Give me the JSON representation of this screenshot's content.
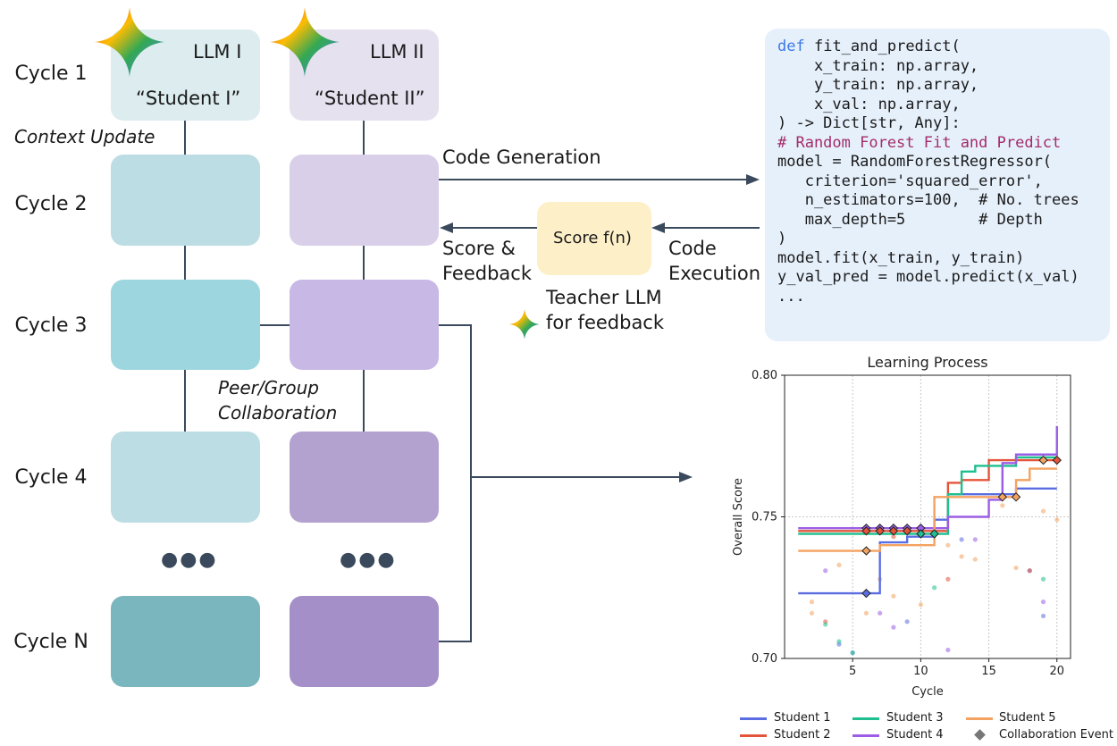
{
  "cycles": [
    "Cycle 1",
    "Cycle 2",
    "Cycle 3",
    "Cycle 4",
    "Cycle N"
  ],
  "student1": {
    "llm": "LLM I",
    "name": "“Student I”"
  },
  "student2": {
    "llm": "LLM II",
    "name": "“Student II”"
  },
  "labels": {
    "context_update": "Context Update",
    "peer_line1": "Peer/Group",
    "peer_line2": "Collaboration",
    "code_generation": "Code Generation",
    "score_feedback_1": "Score &",
    "score_feedback_2": "Feedback",
    "code_execution_1": "Code",
    "code_execution_2": "Execution",
    "score_fn": "Score f(n)",
    "teacher_1": "Teacher LLM",
    "teacher_2": "for feedback",
    "ellipsis": "●●●"
  },
  "code_lines": [
    "def fit_and_predict(",
    "    x_train: np.array,",
    "    y_train: np.array,",
    "    x_val: np.array,",
    ") -> Dict[str, Any]:",
    "",
    "# Random Forest Fit and Predict",
    "model = RandomForestRegressor(",
    "   criterion='squared_error',",
    "   n_estimators=100,  # No. trees",
    "   max_depth=5        # Depth",
    ")",
    "model.fit(x_train, y_train)",
    "y_val_pred = model.predict(x_val)",
    "..."
  ],
  "colors": {
    "student1_light": "#bcdde3",
    "student1_mid": "#9ed6df",
    "student1_dark": "#7ab6be",
    "student2_light": "#d9cfe9",
    "student2_mid": "#c8b8e6",
    "student2_dark": "#a48fc9",
    "score_box": "#fdf0c8",
    "code_bg": "#e6f0fb",
    "arrow": "#3a4a5c"
  },
  "chart_data": {
    "type": "line",
    "title": "Learning Process",
    "xlabel": "Cycle",
    "ylabel": "Overall Score",
    "xlim": [
      0,
      21
    ],
    "ylim": [
      0.7,
      0.8
    ],
    "xticks": [
      5,
      10,
      15,
      20
    ],
    "yticks": [
      0.7,
      0.75,
      0.8
    ],
    "grid": true,
    "legend_position": "bottom",
    "series": [
      {
        "name": "Student 1",
        "color": "#5b6ee1",
        "x": [
          1,
          2,
          3,
          4,
          5,
          6,
          7,
          8,
          9,
          10,
          11,
          12,
          13,
          14,
          15,
          16,
          17,
          18,
          19,
          20
        ],
        "y": [
          0.723,
          0.723,
          0.723,
          0.723,
          0.723,
          0.723,
          0.741,
          0.741,
          0.743,
          0.743,
          0.749,
          0.758,
          0.758,
          0.758,
          0.758,
          0.758,
          0.76,
          0.76,
          0.76,
          0.76
        ]
      },
      {
        "name": "Student 2",
        "color": "#e4543a",
        "x": [
          1,
          2,
          3,
          4,
          5,
          6,
          7,
          8,
          9,
          10,
          11,
          12,
          13,
          14,
          15,
          16,
          17,
          18,
          19,
          20
        ],
        "y": [
          0.745,
          0.745,
          0.745,
          0.745,
          0.745,
          0.745,
          0.745,
          0.745,
          0.745,
          0.745,
          0.745,
          0.762,
          0.763,
          0.763,
          0.77,
          0.77,
          0.77,
          0.77,
          0.77,
          0.77
        ]
      },
      {
        "name": "Student 3",
        "color": "#1fbf8f",
        "x": [
          1,
          2,
          3,
          4,
          5,
          6,
          7,
          8,
          9,
          10,
          11,
          12,
          13,
          14,
          15,
          16,
          17,
          18,
          19,
          20
        ],
        "y": [
          0.744,
          0.744,
          0.744,
          0.744,
          0.744,
          0.744,
          0.744,
          0.744,
          0.744,
          0.744,
          0.744,
          0.758,
          0.766,
          0.768,
          0.768,
          0.768,
          0.771,
          0.771,
          0.771,
          0.771
        ]
      },
      {
        "name": "Student 4",
        "color": "#9b5de5",
        "x": [
          1,
          2,
          3,
          4,
          5,
          6,
          7,
          8,
          9,
          10,
          11,
          12,
          13,
          14,
          15,
          16,
          17,
          18,
          19,
          20
        ],
        "y": [
          0.746,
          0.746,
          0.746,
          0.746,
          0.746,
          0.746,
          0.746,
          0.746,
          0.746,
          0.746,
          0.746,
          0.75,
          0.75,
          0.75,
          0.756,
          0.769,
          0.772,
          0.772,
          0.772,
          0.782
        ]
      },
      {
        "name": "Student 5",
        "color": "#f4a261",
        "x": [
          1,
          2,
          3,
          4,
          5,
          6,
          7,
          8,
          9,
          10,
          11,
          12,
          13,
          14,
          15,
          16,
          17,
          18,
          19,
          20
        ],
        "y": [
          0.738,
          0.738,
          0.738,
          0.738,
          0.738,
          0.738,
          0.74,
          0.74,
          0.74,
          0.74,
          0.757,
          0.757,
          0.757,
          0.757,
          0.757,
          0.757,
          0.763,
          0.767,
          0.767,
          0.767
        ]
      }
    ],
    "collaboration_events": [
      {
        "series": "Student 1",
        "x": 6,
        "y": 0.723
      },
      {
        "series": "Student 5",
        "x": 6,
        "y": 0.738
      },
      {
        "series": "Student 4",
        "x": 6,
        "y": 0.746
      },
      {
        "series": "Student 4",
        "x": 7,
        "y": 0.746
      },
      {
        "series": "Student 4",
        "x": 8,
        "y": 0.746
      },
      {
        "series": "Student 4",
        "x": 9,
        "y": 0.746
      },
      {
        "series": "Student 4",
        "x": 10,
        "y": 0.746
      },
      {
        "series": "Student 2",
        "x": 6,
        "y": 0.745
      },
      {
        "series": "Student 2",
        "x": 7,
        "y": 0.745
      },
      {
        "series": "Student 2",
        "x": 8,
        "y": 0.745
      },
      {
        "series": "Student 2",
        "x": 9,
        "y": 0.745
      },
      {
        "series": "Student 3",
        "x": 10,
        "y": 0.744
      },
      {
        "series": "Student 3",
        "x": 11,
        "y": 0.744
      },
      {
        "series": "Student 5",
        "x": 16,
        "y": 0.757
      },
      {
        "series": "Student 5",
        "x": 17,
        "y": 0.757
      },
      {
        "series": "Student 5",
        "x": 19,
        "y": 0.77
      },
      {
        "series": "Student 2",
        "x": 20,
        "y": 0.77
      }
    ],
    "scatter_points": [
      {
        "series": "Student 1",
        "x": 4,
        "y": 0.705
      },
      {
        "series": "Student 1",
        "x": 5,
        "y": 0.702
      },
      {
        "series": "Student 1",
        "x": 9,
        "y": 0.713
      },
      {
        "series": "Student 1",
        "x": 13,
        "y": 0.742
      },
      {
        "series": "Student 1",
        "x": 18,
        "y": 0.731
      },
      {
        "series": "Student 1",
        "x": 19,
        "y": 0.715
      },
      {
        "series": "Student 2",
        "x": 3,
        "y": 0.713
      },
      {
        "series": "Student 2",
        "x": 8,
        "y": 0.743
      },
      {
        "series": "Student 2",
        "x": 12,
        "y": 0.728
      },
      {
        "series": "Student 2",
        "x": 18,
        "y": 0.731
      },
      {
        "series": "Student 3",
        "x": 3,
        "y": 0.712
      },
      {
        "series": "Student 3",
        "x": 4,
        "y": 0.706
      },
      {
        "series": "Student 3",
        "x": 5,
        "y": 0.702
      },
      {
        "series": "Student 3",
        "x": 11,
        "y": 0.725
      },
      {
        "series": "Student 3",
        "x": 19,
        "y": 0.728
      },
      {
        "series": "Student 4",
        "x": 3,
        "y": 0.731
      },
      {
        "series": "Student 4",
        "x": 7,
        "y": 0.716
      },
      {
        "series": "Student 4",
        "x": 8,
        "y": 0.711
      },
      {
        "series": "Student 4",
        "x": 12,
        "y": 0.703
      },
      {
        "series": "Student 4",
        "x": 14,
        "y": 0.742
      },
      {
        "series": "Student 4",
        "x": 19,
        "y": 0.72
      },
      {
        "series": "Student 5",
        "x": 2,
        "y": 0.72
      },
      {
        "series": "Student 5",
        "x": 2,
        "y": 0.716
      },
      {
        "series": "Student 5",
        "x": 4,
        "y": 0.733
      },
      {
        "series": "Student 5",
        "x": 6,
        "y": 0.716
      },
      {
        "series": "Student 5",
        "x": 7,
        "y": 0.728
      },
      {
        "series": "Student 5",
        "x": 8,
        "y": 0.722
      },
      {
        "series": "Student 5",
        "x": 10,
        "y": 0.719
      },
      {
        "series": "Student 5",
        "x": 12,
        "y": 0.74
      },
      {
        "series": "Student 5",
        "x": 13,
        "y": 0.736
      },
      {
        "series": "Student 5",
        "x": 14,
        "y": 0.735
      },
      {
        "series": "Student 5",
        "x": 16,
        "y": 0.754
      },
      {
        "series": "Student 5",
        "x": 17,
        "y": 0.732
      },
      {
        "series": "Student 5",
        "x": 19,
        "y": 0.752
      },
      {
        "series": "Student 5",
        "x": 20,
        "y": 0.749
      }
    ],
    "legend": [
      "Student 1",
      "Student 2",
      "Student 3",
      "Student 4",
      "Student 5",
      "Collaboration Event"
    ]
  }
}
